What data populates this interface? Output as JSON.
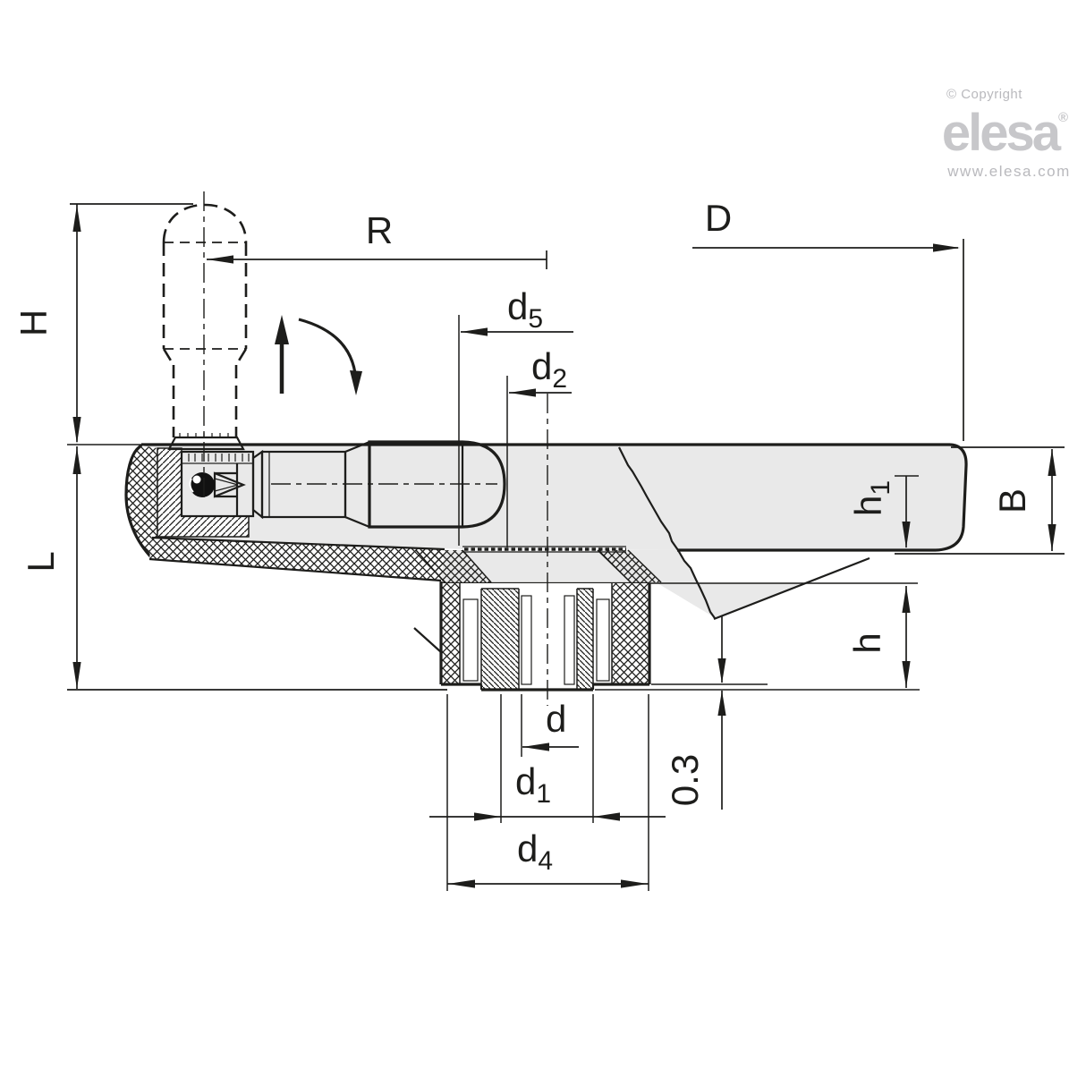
{
  "branding": {
    "copyright": "© Copyright",
    "logo": "elesa",
    "registered": "®",
    "website": "www.elesa.com"
  },
  "labels": {
    "H": {
      "main": "H"
    },
    "L": {
      "main": "L"
    },
    "R": {
      "main": "R"
    },
    "D": {
      "main": "D"
    },
    "d5": {
      "main": "d",
      "sub": "5"
    },
    "d2": {
      "main": "d",
      "sub": "2"
    },
    "B": {
      "main": "B"
    },
    "h1": {
      "main": "h",
      "sub": "1"
    },
    "h": {
      "main": "h"
    },
    "offset": {
      "main": "0.3"
    },
    "d": {
      "main": "d"
    },
    "d1": {
      "main": "d",
      "sub": "1"
    },
    "d4": {
      "main": "d",
      "sub": "4"
    }
  },
  "colors": {
    "line": "#1d1d1b",
    "body_fill": "#e9e9e9",
    "strip_fill": "#e0e0e0",
    "logo_gray": "#c7c7ca",
    "logo_text_gray": "#b9b9bd"
  }
}
